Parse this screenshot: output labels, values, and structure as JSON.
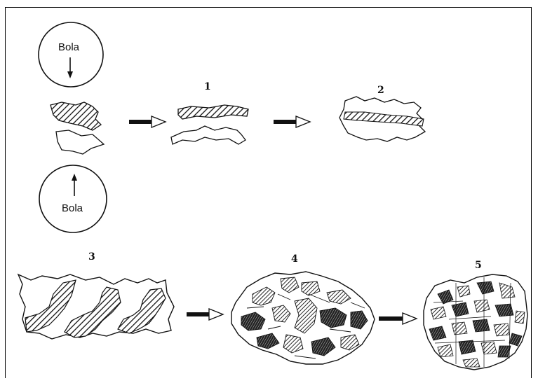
{
  "ball_label_top": "Bola",
  "ball_label_bottom": "Bola",
  "stages": {
    "s1": "1",
    "s2": "2",
    "s3": "3",
    "s4": "4",
    "s5": "5"
  }
}
